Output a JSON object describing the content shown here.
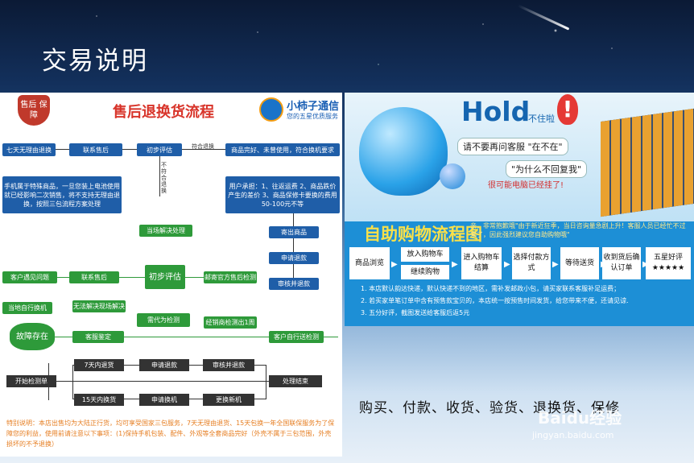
{
  "slide": {
    "title": "交易说明",
    "caption": "购买、付款、收货、验货、退换货、保修"
  },
  "left_flow": {
    "badge": "售后\n保障",
    "title": "售后退换货流程",
    "brand_name": "小柿子通信",
    "brand_sub": "您的五星优质服务",
    "nodes": {
      "n1": "七天无理由退换",
      "n2": "联系售后",
      "n3": "初步评估",
      "n4": "符合退换",
      "n5": "商品完好、未曾使用，符合换机要求",
      "n6": "手机属于特殊商品，一旦您装上电池使用就已经影响二次销售，将不支持无理由退换，按照三包流程方案处理",
      "n7": "不符合退换",
      "n8": "用户承担：1、往返运费 2、商品跌价产生的差价 3、商品保修卡要换的费用50-100元不等",
      "n9": "当场解决处理",
      "n10": "寄出商品",
      "n11": "申请退款",
      "n12": "审核并退款",
      "n13": "客户遇见问题",
      "n14": "联系售后",
      "n15": "初步评估",
      "n16": "邮寄官方售后检测",
      "n17": "当地自行换机",
      "n18": "无法解决现场解决",
      "n19": "需代为检测",
      "n20": "经销商检测出1周",
      "n21": "故障存在",
      "n22": "客服鉴定",
      "n23": "客户自行送检测",
      "n24": "7天内退货",
      "n25": "申请退款",
      "n26": "审核并退款",
      "n27": "开始检测单",
      "n28": "处理结束",
      "n29": "15天内换货",
      "n30": "申请换机",
      "n31": "更换新机"
    },
    "note": "特别说明：本店出售均为大陆正行货，均可享受国家三包服务，7天无理由退货、15天包换一年全国联保服务为了保障您的利益，使用前请注意以下事项：(1)保持手机包装、配件、外观等全套商品完好（外壳不属于三包范围，外壳损坏的不予退换）"
  },
  "right_panel": {
    "hold": "Hold",
    "hold_sub": "不住啦",
    "excl": "!",
    "bubble1": "请不要再问客服 \"在不在\"",
    "bubble2": "\"为什么不回复我\"",
    "warning": "很可能电脑已经挂了!",
    "flow_title": "自助购物流程图",
    "flow_note": "亲，非常抱歉哦\"由于新近狂季，当日咨询量急剧上升！客服人员已经忙不过来了，因此强烈建议您自助购物哦\"",
    "steps": [
      "商品浏览",
      "放入购物车",
      "继续购物",
      "进入购物车结算",
      "选择付款方式",
      "等待送货",
      "收到货后确认订单",
      "五星好评 ★★★★★"
    ],
    "rules": [
      "1. 本店默认韵达快递，默认快递不到的地区，需补发邮政小包，请买家联系客服补足运费；",
      "2. 若买家单笔订单中含有预售款宝贝的，本店统一按预售时间发货，给您带来不便，还请见谅.",
      "3. 五分好评，截图发送给客服后返5元"
    ]
  },
  "watermark": {
    "text": "Baidu经验",
    "url": "jingyan.baidu.com"
  },
  "colors": {
    "flow_blue": "#1f5ea8",
    "flow_green": "#2e9a3a",
    "title_red": "#d8342a",
    "right_bg": "#1d8fd6"
  }
}
